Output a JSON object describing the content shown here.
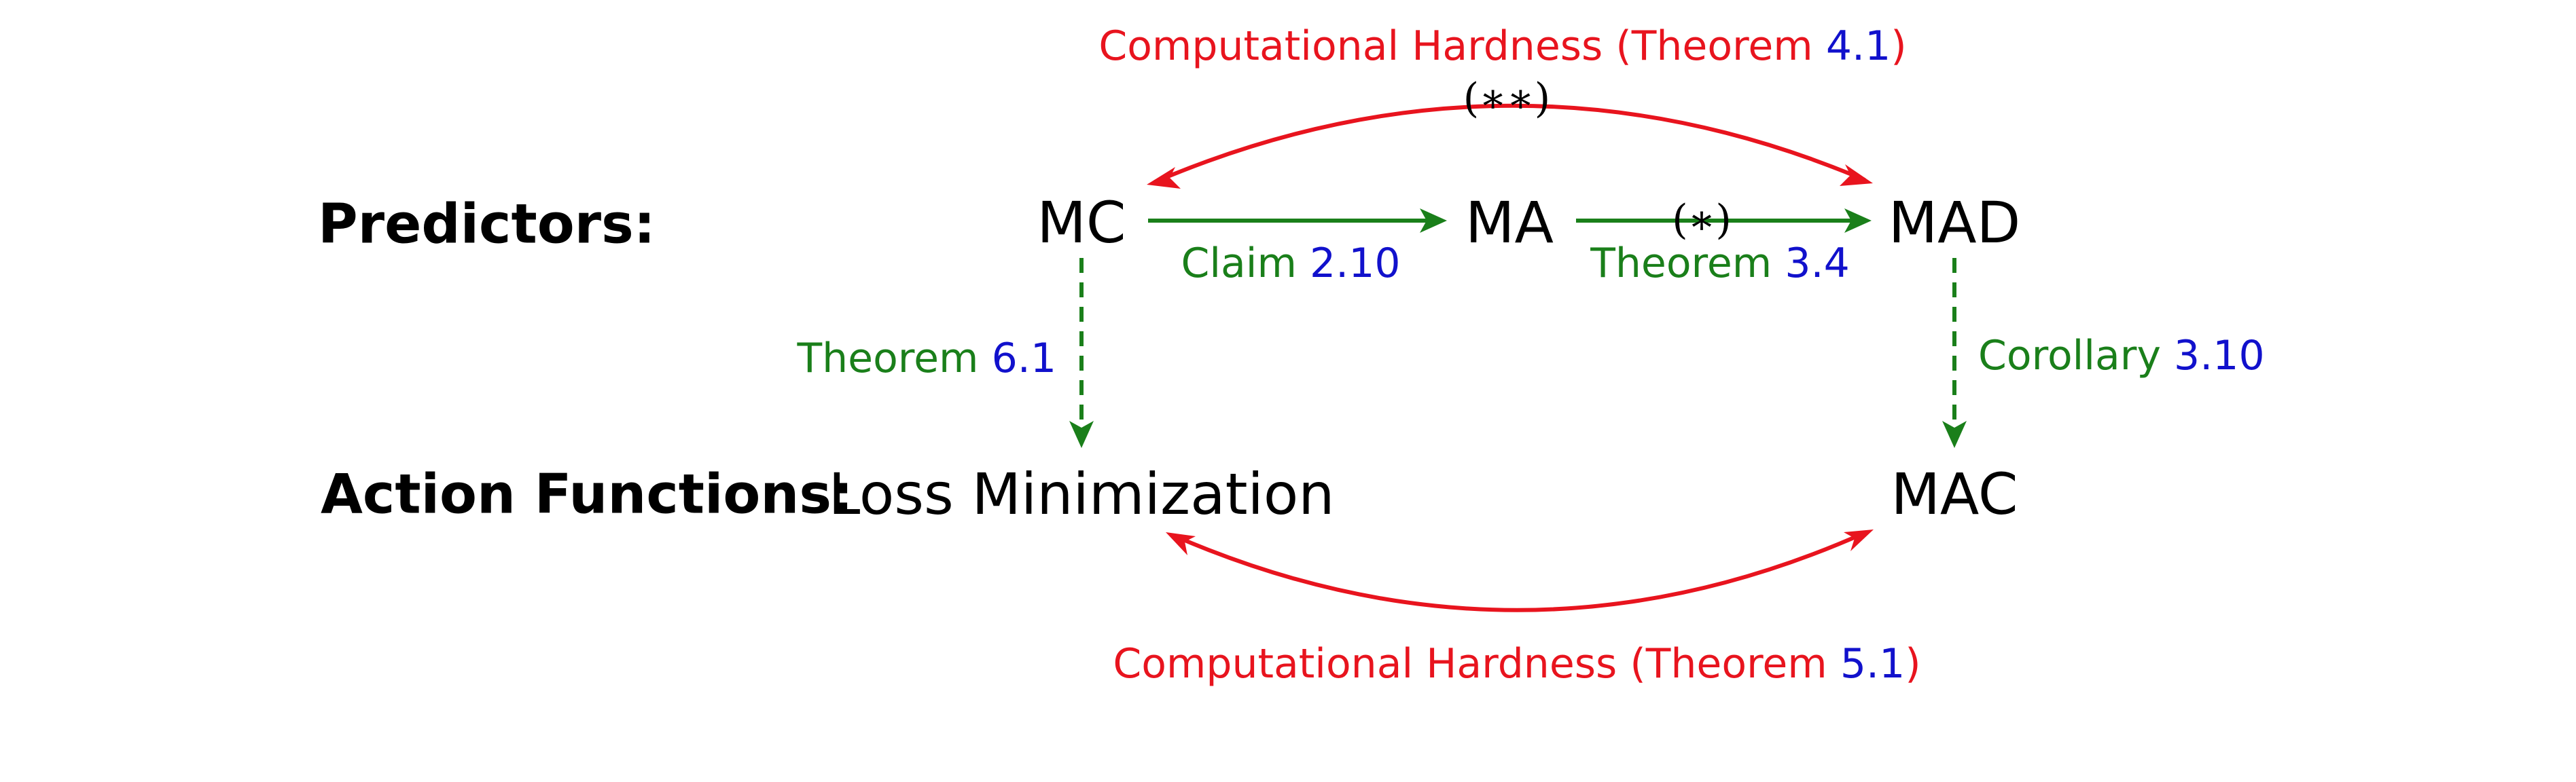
{
  "rows": {
    "predictors_label": "Predictors:",
    "actions_label": "Action Functions:"
  },
  "nodes": {
    "mc": "MC",
    "ma": "MA",
    "mad": "MAD",
    "loss_min": "Loss Minimization",
    "mac": "MAC"
  },
  "edges": {
    "mc_ma": {
      "text": "Claim ",
      "ref": "2.10"
    },
    "ma_mad": {
      "text": "Theorem ",
      "ref": "3.4",
      "mark": "(∗)"
    },
    "mc_mad": {
      "text_before": "Computational Hardness (Theorem ",
      "ref": "4.1",
      "text_after": ")",
      "mark": "(∗∗)"
    },
    "mc_loss": {
      "text": "Theorem ",
      "ref": "6.1"
    },
    "mad_mac": {
      "text": "Corollary ",
      "ref": "3.10"
    },
    "loss_mac": {
      "text_before": "Computational Hardness (Theorem ",
      "ref": "5.1",
      "text_after": ")"
    }
  },
  "colors": {
    "hardness": "#e8141e",
    "implication": "#1a7f1a",
    "reference": "#1111cc",
    "text": "#000000"
  }
}
